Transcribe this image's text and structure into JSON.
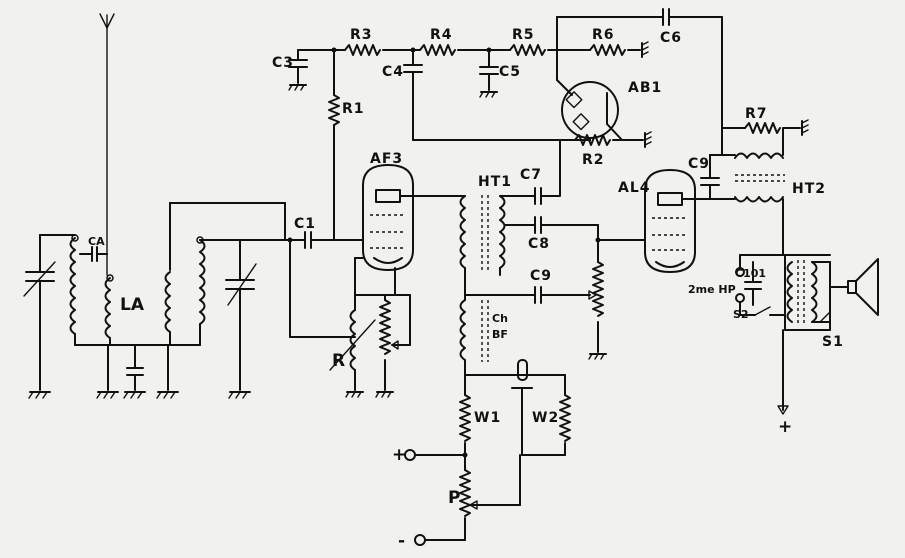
{
  "labels": {
    "ca": "CA",
    "la": "LA",
    "c1": "C1",
    "r1": "R1",
    "r3": "R3",
    "r4": "R4",
    "r5": "R5",
    "r6": "R6",
    "c3": "C3",
    "c4": "C4",
    "c5": "C5",
    "c6": "C6",
    "ab1": "AB1",
    "r2": "R2",
    "r7": "R7",
    "af3": "AF3",
    "ht1": "HT1",
    "c7": "C7",
    "c8": "C8",
    "c9a": "C9",
    "c9b": "C9",
    "al4": "AL4",
    "ht2": "HT2",
    "ch": "Ch",
    "bf": "BF",
    "c101": "C101",
    "hp2": "2me HP",
    "s2": "S2",
    "s1": "S1",
    "r": "R",
    "w1": "W1",
    "w2": "W2",
    "p": "P",
    "plus_left": "+",
    "minus_left": "-",
    "plus_right": "+"
  }
}
